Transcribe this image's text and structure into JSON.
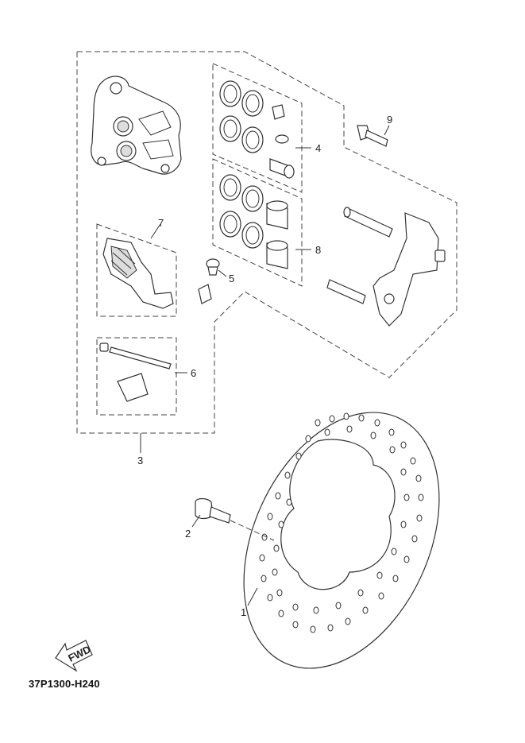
{
  "diagram_code": "37P1300-H240",
  "fwd_label": "FWD",
  "callouts": {
    "c1": "1",
    "c2": "2",
    "c3": "3",
    "c4": "4",
    "c5": "5",
    "c6": "6",
    "c7": "7",
    "c8": "8",
    "c9": "9"
  }
}
